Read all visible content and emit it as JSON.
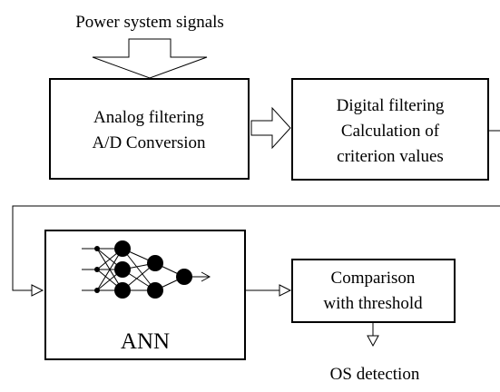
{
  "labels": {
    "input_signals": "Power system signals",
    "analog_line1": "Analog filtering",
    "analog_line2": "A/D Conversion",
    "digital_line1": "Digital filtering",
    "digital_line2": "Calculation of",
    "digital_line3": "criterion values",
    "ann": "ANN",
    "comparison_line1": "Comparison",
    "comparison_line2": "with threshold",
    "output": "OS detection"
  }
}
